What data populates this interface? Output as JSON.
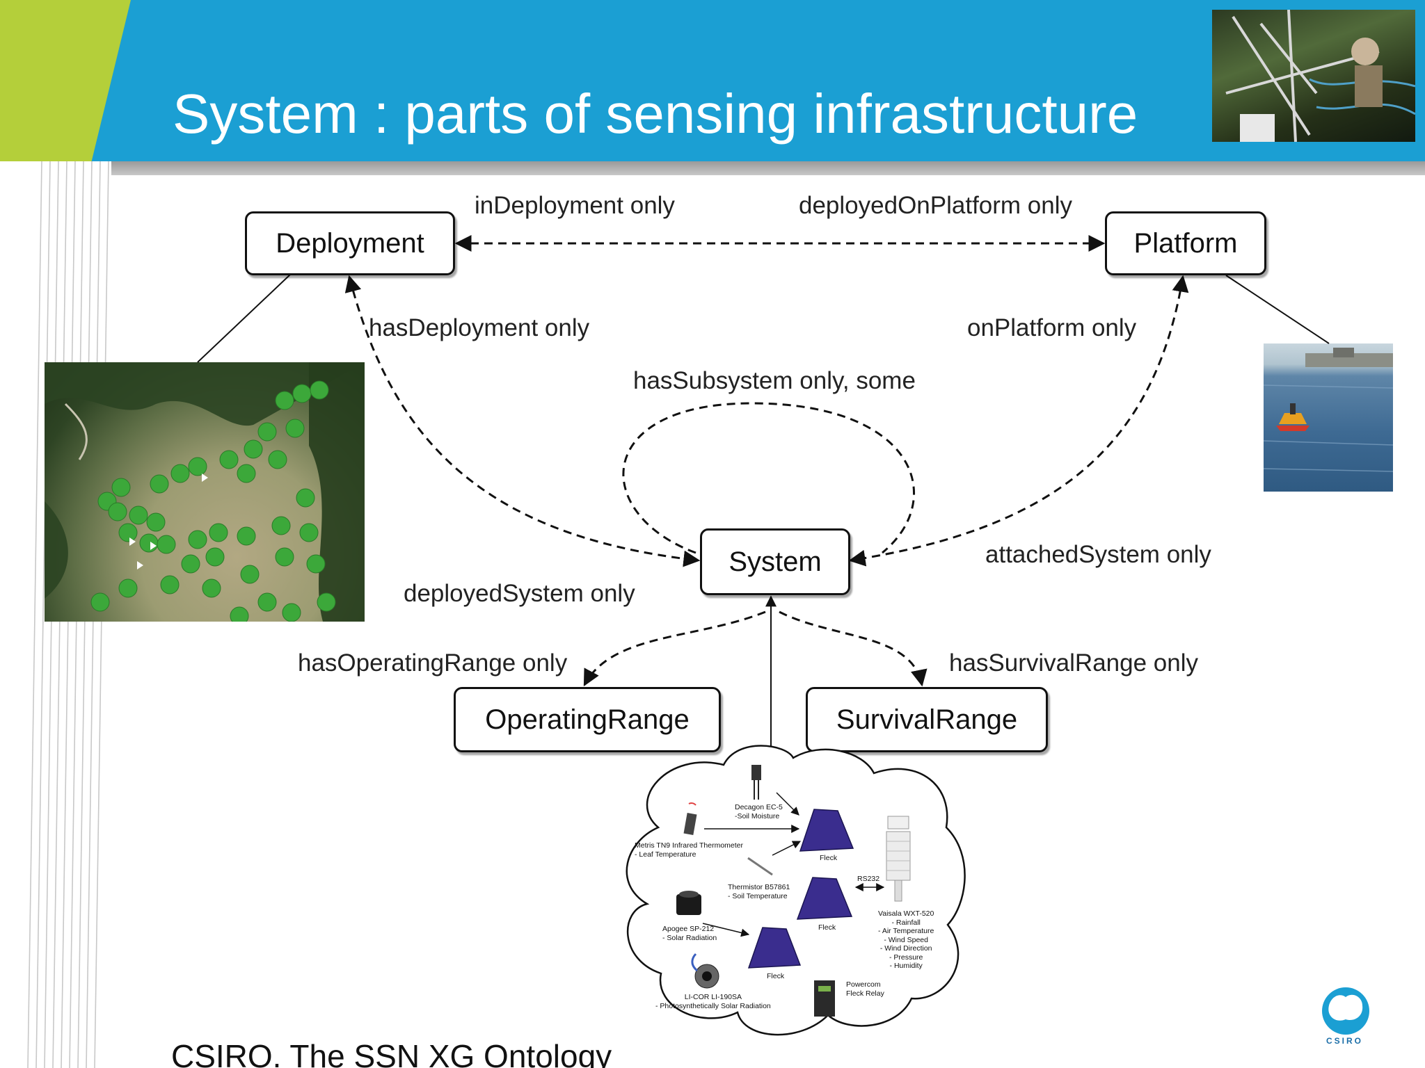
{
  "slide": {
    "title": "System : parts of sensing infrastructure",
    "footer": "CSIRO. The SSN XG Ontology",
    "logo_text": "CSIRO"
  },
  "diagram": {
    "nodes": {
      "deployment": "Deployment",
      "platform": "Platform",
      "system": "System",
      "operating_range": "OperatingRange",
      "survival_range": "SurvivalRange"
    },
    "edges": {
      "in_deployment": "inDeployment only",
      "deployed_on_platform": "deployedOnPlatform only",
      "has_deployment": "hasDeployment only",
      "on_platform": "onPlatform only",
      "has_subsystem": "hasSubsystem only, some",
      "attached_system": "attachedSystem only",
      "deployed_system": "deployedSystem only",
      "has_operating_range": "hasOperatingRange only",
      "has_survival_range": "hasSurvivalRange only"
    }
  },
  "cloud": {
    "decagon": [
      "Decagon EC-5",
      "-Soil Moisture"
    ],
    "metris": [
      "Metris TN9 Infrared Thermometer",
      "- Leaf Temperature"
    ],
    "fleck": "Fleck",
    "thermistor": [
      "Thermistor B57861",
      "- Soil Temperature"
    ],
    "rs232": "RS232",
    "vaisala": [
      "Vaisala WXT-520",
      "- Rainfall",
      "- Air Temperature",
      "- Wind Speed",
      "- Wind Direction",
      "- Pressure",
      "- Humidity"
    ],
    "apogee": [
      "Apogee SP-212",
      "- Solar Radiation"
    ],
    "licor": [
      "LI-COR LI-190SA",
      "- Photosynthetically Solar Radiation"
    ],
    "powercom": [
      "Powercom",
      "Fleck Relay"
    ]
  }
}
